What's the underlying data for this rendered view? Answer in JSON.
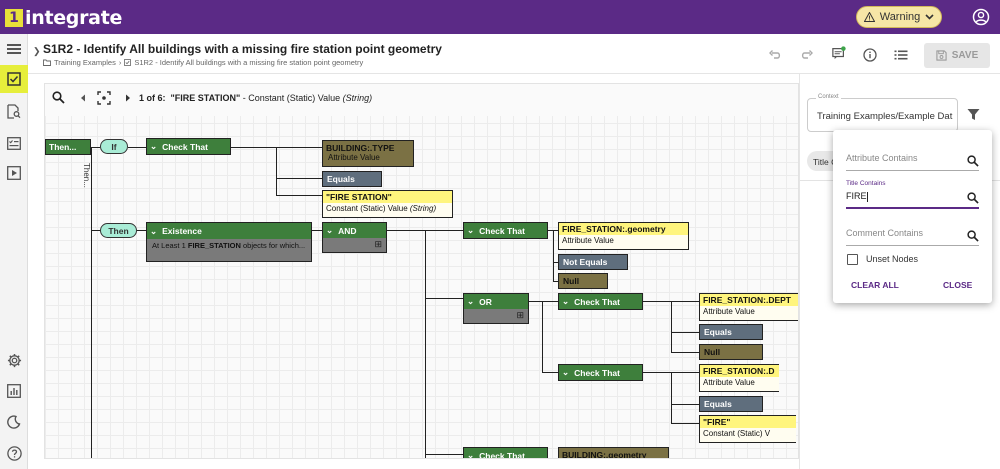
{
  "app": {
    "logo_mark": "1",
    "logo_text": "integrate",
    "warning_label": "Warning"
  },
  "header": {
    "title": "S1R2 - Identify All buildings with a missing fire station point geometry",
    "breadcrumb_root": "Training Examples",
    "breadcrumb_sep": "›",
    "breadcrumb_leaf": "S1R2 - Identify All buildings with a missing fire station point geometry",
    "save_label": "SAVE"
  },
  "canvas_nav": {
    "counter": "1 of 6:",
    "node_name": "\"FIRE STATION\"",
    "node_type": " - Constant (Static) Value ",
    "node_kind": "(String)"
  },
  "nodes": {
    "then_top": "Then...",
    "if_pill": "If",
    "then_pill": "Then",
    "then_vertical": "Then...",
    "check_that_1": "Check That",
    "building_type": "BUILDING:.TYPE",
    "attr_value_1": "Attribute Value",
    "equals_1": "Equals",
    "fire_station_const": "\"FIRE STATION\"",
    "const_value_1": "Constant (Static) Value ",
    "const_kind_1": "(String)",
    "existence": "Existence",
    "existence_desc_a": "At Least 1 ",
    "existence_desc_b": "FIRE_STATION",
    "existence_desc_c": " objects for which...",
    "and_node": "AND",
    "check_that_2": "Check That",
    "fs_geometry": "FIRE_STATION:.geometry",
    "attr_value_2": "Attribute Value",
    "not_equals": "Not Equals",
    "null_1": "Null",
    "or_node": "OR",
    "check_that_3": "Check That",
    "fs_dept": "FIRE_STATION:.DEPT",
    "attr_value_3": "Attribute Value",
    "equals_2": "Equals",
    "null_2": "Null",
    "check_that_4": "Check That",
    "fs_d": "FIRE_STATION:.D",
    "attr_value_4": "Attribute Value",
    "equals_3": "Equals",
    "fire_const": "\"FIRE\"",
    "const_value_2": "Constant (Static) V",
    "check_that_5": "Check That",
    "building_geometry": "BUILDING:.geometry"
  },
  "context": {
    "label": "Context",
    "value": "Training Examples/Example Dat",
    "title_tab": "Title C"
  },
  "filter_popup": {
    "attribute_placeholder": "Attribute Contains",
    "title_label": "Title Contains",
    "title_value": "FIRE",
    "comment_placeholder": "Comment Contains",
    "unset_nodes": "Unset Nodes",
    "clear_all": "CLEAR ALL",
    "close": "CLOSE"
  },
  "colors": {
    "brand": "#5b2a86",
    "accent": "#e6ee3b",
    "node_green": "#3e7f3c",
    "node_yellow": "#fff57d"
  }
}
